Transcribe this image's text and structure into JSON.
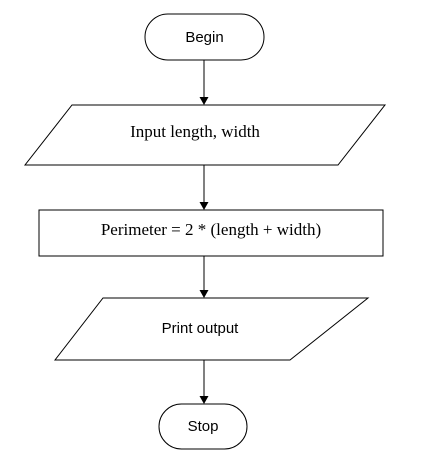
{
  "flowchart": {
    "nodes": [
      {
        "id": "begin",
        "shape": "terminator",
        "label": "Begin"
      },
      {
        "id": "input",
        "shape": "data",
        "label": "Input length, width"
      },
      {
        "id": "process",
        "shape": "process",
        "label": "Perimeter = 2 * (length + width)"
      },
      {
        "id": "output",
        "shape": "data",
        "label": "Print output"
      },
      {
        "id": "stop",
        "shape": "terminator",
        "label": "Stop"
      }
    ],
    "edges": [
      {
        "from": "begin",
        "to": "input"
      },
      {
        "from": "input",
        "to": "process"
      },
      {
        "from": "process",
        "to": "output"
      },
      {
        "from": "output",
        "to": "stop"
      }
    ]
  }
}
